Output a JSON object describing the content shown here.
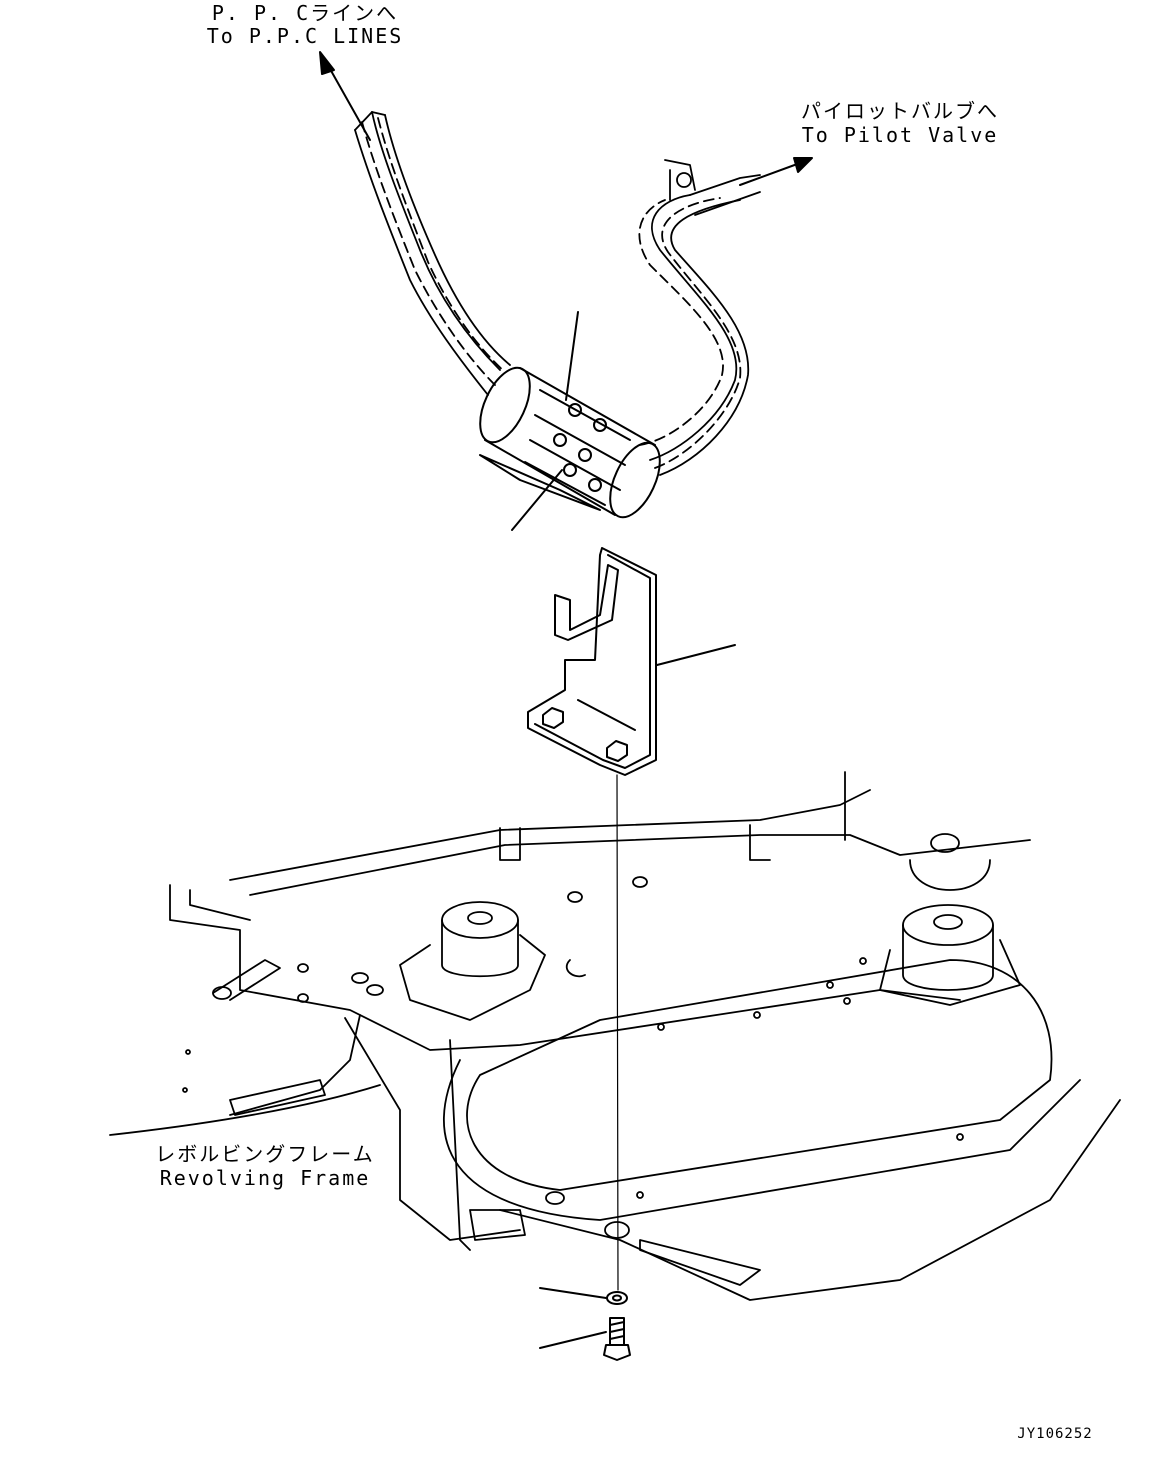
{
  "labels": {
    "ppc_lines_jp": "P. P. Cラインへ",
    "ppc_lines_en": "To P.P.C LINES",
    "pilot_valve_jp": "パイロットバルブへ",
    "pilot_valve_en": "To Pilot Valve",
    "revolving_frame_jp": "レボルビングフレーム",
    "revolving_frame_en": "Revolving Frame"
  },
  "drawing_code": "JY106252",
  "parts": [
    "hose-bundle",
    "hose-clamp-block",
    "bracket",
    "washer",
    "bolt",
    "revolving-frame"
  ],
  "line_color": "#000000",
  "background_color": "#ffffff"
}
